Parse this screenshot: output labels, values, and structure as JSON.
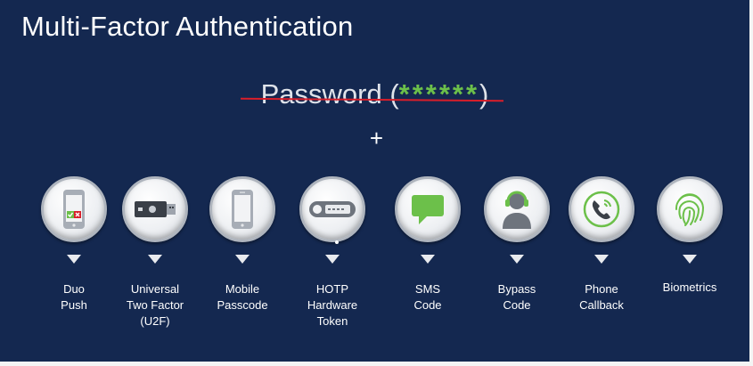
{
  "title": "Multi-Factor Authentication",
  "password": {
    "word": "Password (",
    "stars": "******",
    "close": ")"
  },
  "plus": "+",
  "methods": [
    {
      "label": "Duo\nPush",
      "icon": "duo-push-phone-icon"
    },
    {
      "label": "Universal\nTwo Factor\n(U2F)",
      "icon": "usb-security-key-icon"
    },
    {
      "label": "Mobile\nPasscode",
      "icon": "mobile-phone-icon"
    },
    {
      "label": "HOTP\nHardware\nToken",
      "icon": "hardware-token-icon"
    },
    {
      "label": "SMS\nCode",
      "icon": "sms-chat-bubble-icon"
    },
    {
      "label": "Bypass\nCode",
      "icon": "headset-agent-icon"
    },
    {
      "label": "Phone\nCallback",
      "icon": "phone-callback-icon"
    },
    {
      "label": "Biometrics",
      "icon": "fingerprint-icon"
    }
  ],
  "colors": {
    "background": "#142850",
    "stars": "#6cc04a",
    "strike": "#d81e2a",
    "accent_green": "#6cc04a"
  }
}
